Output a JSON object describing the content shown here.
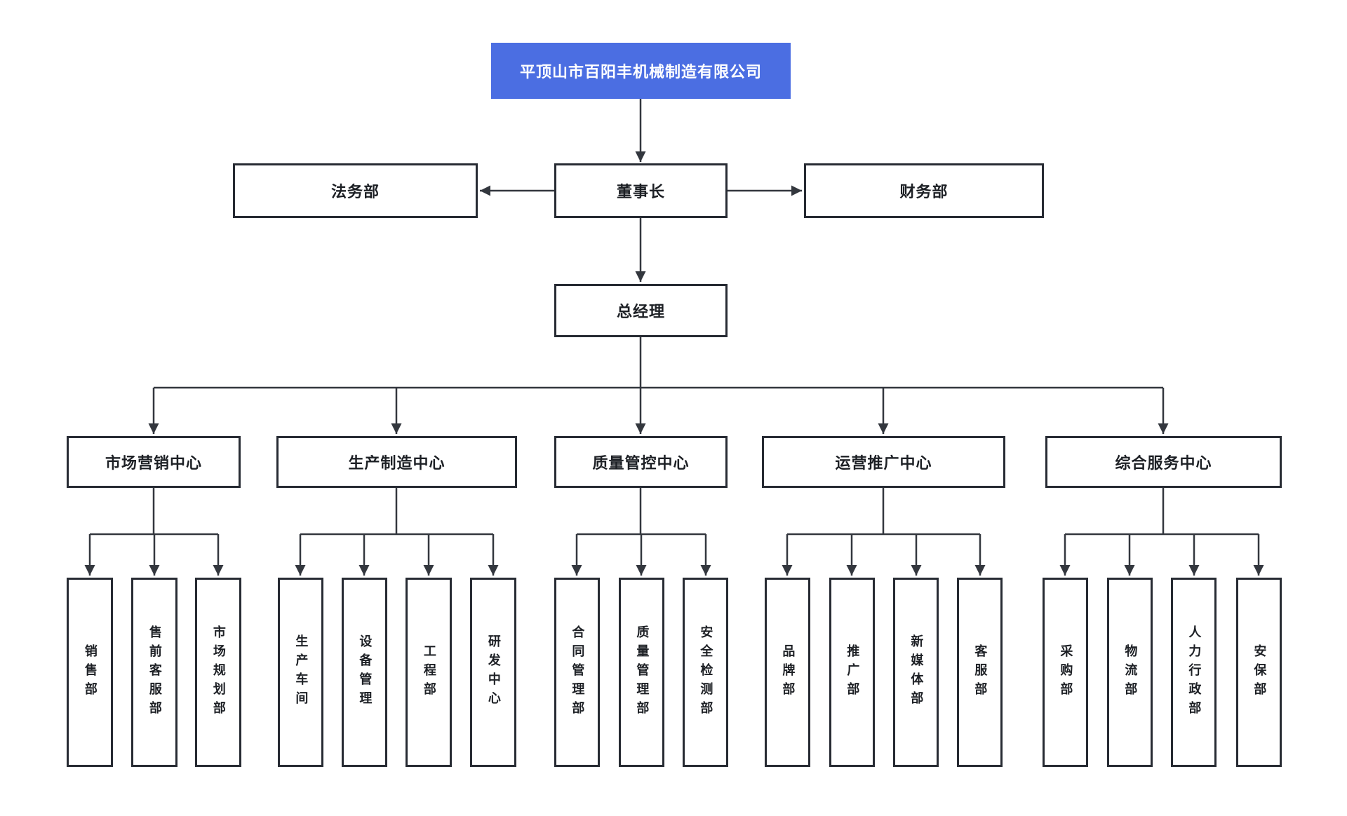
{
  "colors": {
    "root_box_bg": "#4b6ee2",
    "root_box_text": "#ffffff",
    "box_bg": "#ffffff",
    "box_border": "#272b33",
    "box_text": "#1d2025",
    "connector_line": "#33373e"
  },
  "org_chart": {
    "company": "平顶山市百阳丰机械制造有限公司",
    "chairman": "董事长",
    "legal_dept": "法务部",
    "finance_dept": "财务部",
    "general_manager": "总经理",
    "centers": [
      {
        "label": "市场营销中心",
        "departments": [
          "销售部",
          "售前客服部",
          "市场规划部"
        ]
      },
      {
        "label": "生产制造中心",
        "departments": [
          "生产车间",
          "设备管理",
          "工程部",
          "研发中心"
        ]
      },
      {
        "label": "质量管控中心",
        "departments": [
          "合同管理部",
          "质量管理部",
          "安全检测部"
        ]
      },
      {
        "label": "运营推广中心",
        "departments": [
          "品牌部",
          "推广部",
          "新媒体部",
          "客服部"
        ]
      },
      {
        "label": "综合服务中心",
        "departments": [
          "采购部",
          "物流部",
          "人力行政部",
          "安保部"
        ]
      }
    ]
  }
}
